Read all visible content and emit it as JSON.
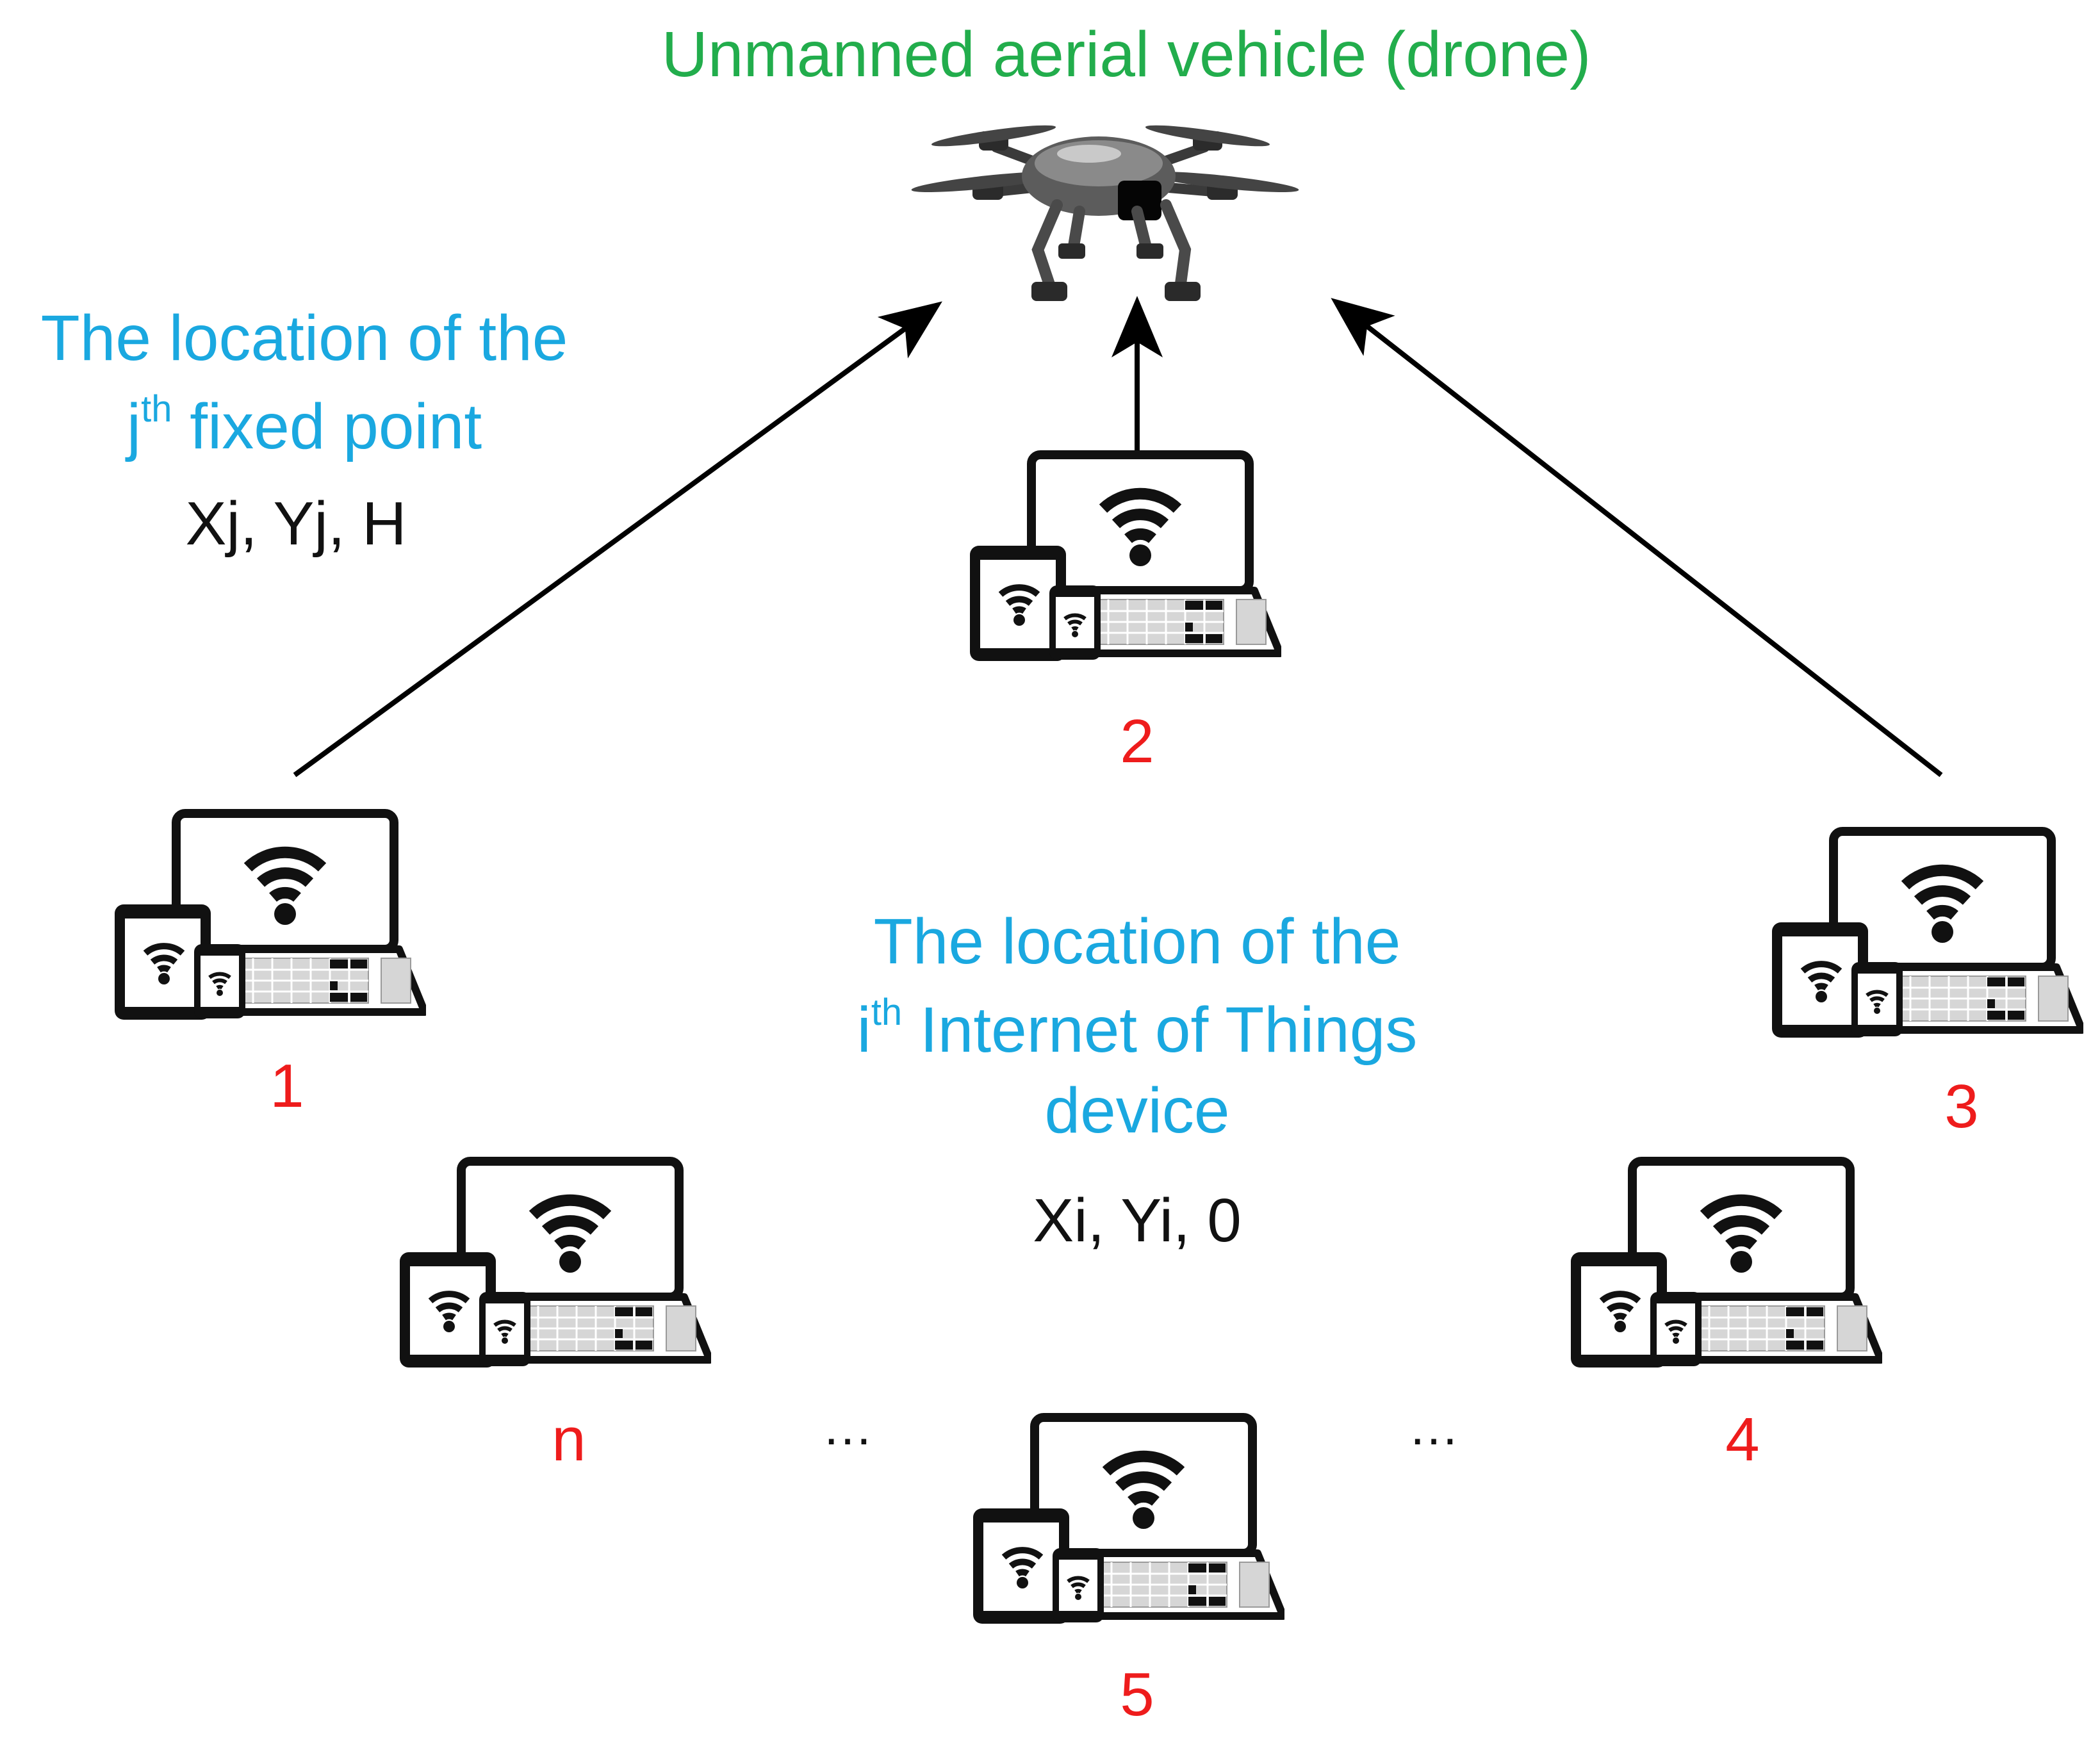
{
  "drone": {
    "title": "Unmanned aerial vehicle (drone)",
    "icon": "drone-icon",
    "color": "#22ad4c"
  },
  "fixed_point": {
    "line1": "The location of the",
    "line2_base": "j",
    "line2_sup": "th",
    "line2_rest": " fixed point",
    "coords": "Xj, Yj, H",
    "color": "#1aa8e0"
  },
  "iot_device": {
    "line1": "The location of the",
    "line2_base": "i",
    "line2_sup": "th",
    "line2_rest": " Internet of Things",
    "line3": "device",
    "coords": "Xi, Yi, 0",
    "color": "#1aa8e0"
  },
  "devices": [
    {
      "id": "1",
      "icon": "iot-device-group-icon"
    },
    {
      "id": "2",
      "icon": "iot-device-group-icon"
    },
    {
      "id": "3",
      "icon": "iot-device-group-icon"
    },
    {
      "id": "4",
      "icon": "iot-device-group-icon"
    },
    {
      "id": "5",
      "icon": "iot-device-group-icon"
    },
    {
      "id": "n",
      "icon": "iot-device-group-icon"
    }
  ],
  "ellipsis_left": "…",
  "ellipsis_right": "…",
  "device_label_color": "#ee1c1c"
}
